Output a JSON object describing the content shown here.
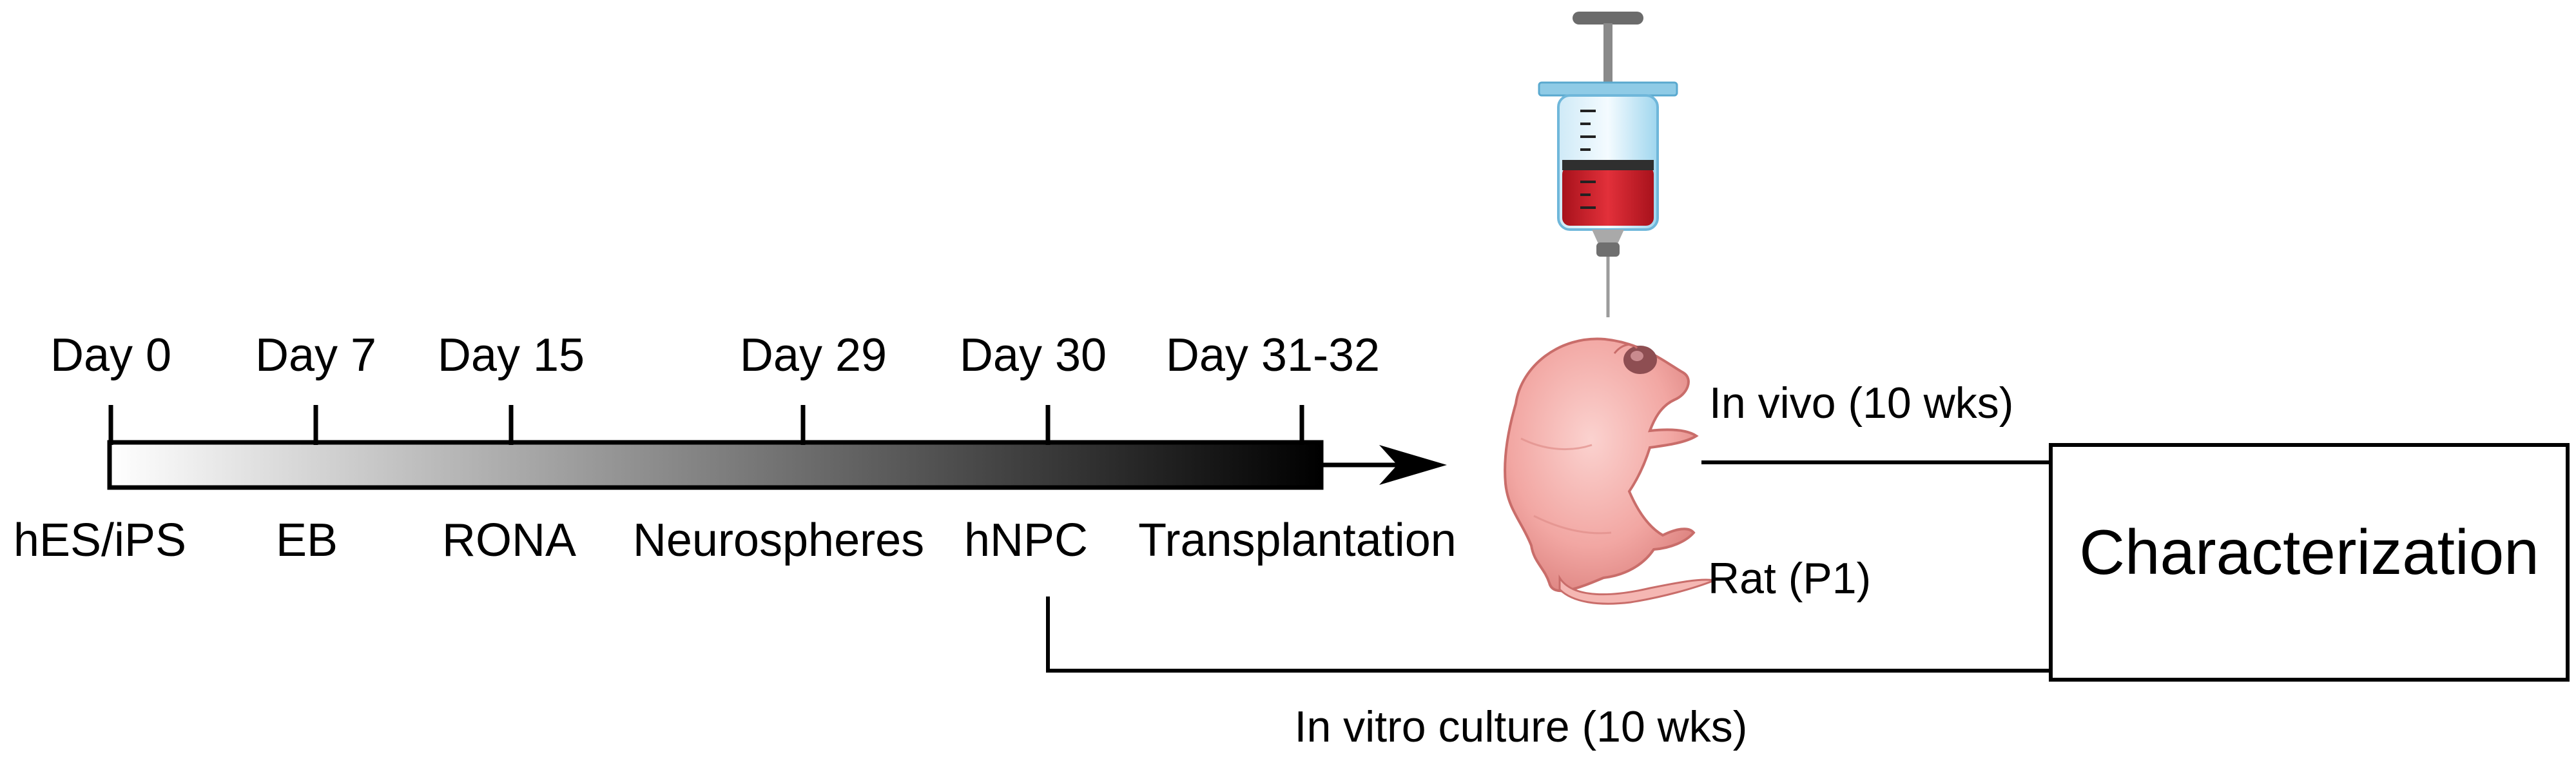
{
  "timeline": {
    "days": [
      "Day 0",
      "Day 7",
      "Day 15",
      "Day 29",
      "Day 30",
      "Day 31-32"
    ],
    "stages": [
      "hES/iPS",
      "EB",
      "RONA",
      "Neurospheres",
      "hNPC",
      "Transplantation"
    ]
  },
  "branches": {
    "in_vivo": "In vivo (10 wks)",
    "in_vitro": "In vitro culture (10 wks)",
    "animal": "Rat (P1)"
  },
  "result_box": {
    "label": "Characterization"
  },
  "icons": {
    "syringe": "syringe-icon",
    "rat": "newborn-rat-icon",
    "arrow": "arrow-head-icon"
  },
  "colors": {
    "gradient_start": "#ffffff",
    "gradient_end": "#000000",
    "rat_skin": "#f2a7a3",
    "blood": "#d0202a",
    "syringe_barrel": "#9fd6ee"
  }
}
